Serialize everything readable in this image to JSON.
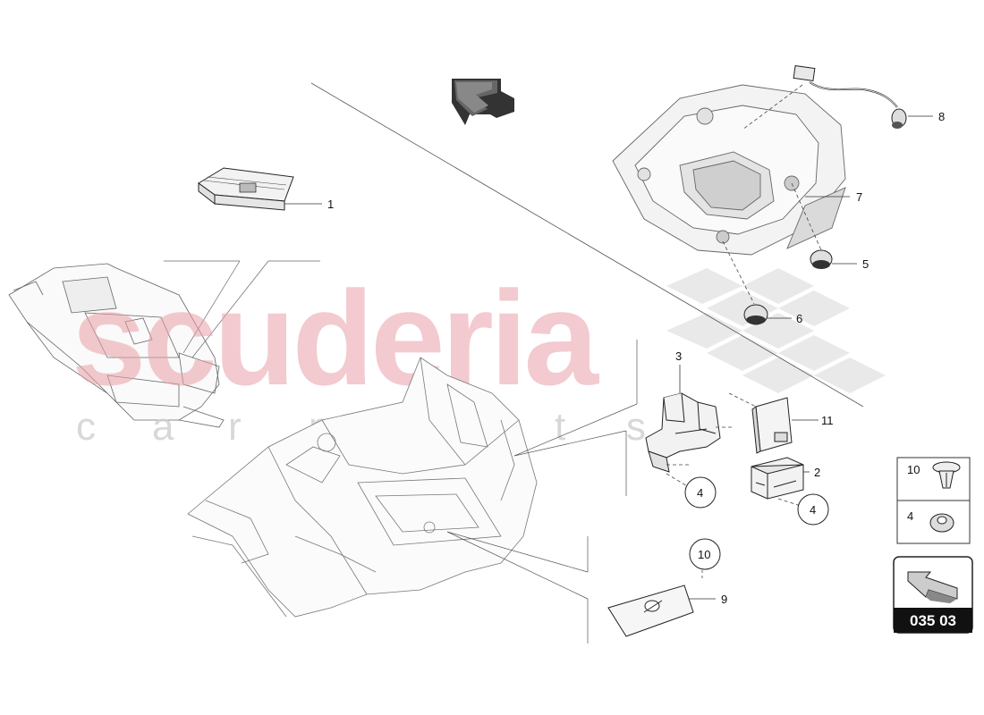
{
  "watermark": {
    "brand": "scuderia",
    "subtitle_letters": [
      "c",
      "a",
      "r",
      "p",
      "a",
      "r",
      "t",
      "s"
    ]
  },
  "callouts": {
    "p1": "1",
    "p2": "2",
    "p3": "3",
    "p4a": "4",
    "p4b": "4",
    "p5": "5",
    "p6": "6",
    "p7": "7",
    "p8": "8",
    "p9": "9",
    "p10": "10",
    "p11": "11"
  },
  "legend": {
    "item_a_number": "10",
    "item_b_number": "4"
  },
  "diagram_code": "035 03",
  "colors": {
    "line": "#333333",
    "part_fill": "#f4f4f4",
    "watermark_red": "#e8a0a8",
    "badge": "#111111"
  }
}
